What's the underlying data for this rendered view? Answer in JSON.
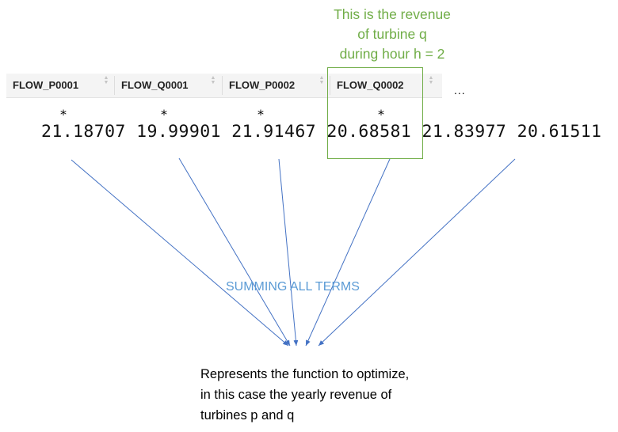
{
  "callout": {
    "lines": [
      "This is the revenue",
      "of turbine q",
      "during hour h = 2"
    ],
    "color": "#70ad47"
  },
  "table": {
    "headers": [
      "FLOW_P0001",
      "FLOW_Q0001",
      "FLOW_P0002",
      "FLOW_Q0002"
    ],
    "ellipsis": "...",
    "multipliers": [
      "*",
      "*",
      "*",
      "*"
    ]
  },
  "values": [
    "21.18707",
    "19.99901",
    "21.91467",
    "20.68581",
    "21.83977",
    "20.61511"
  ],
  "highlighted_value_index": 3,
  "summing_label": "SUMMING ALL TERMS",
  "arrow_color": "#4472c4",
  "caption": {
    "lines": [
      "Represents the function to optimize,",
      "in this case the yearly revenue of",
      "turbines p and q"
    ]
  }
}
